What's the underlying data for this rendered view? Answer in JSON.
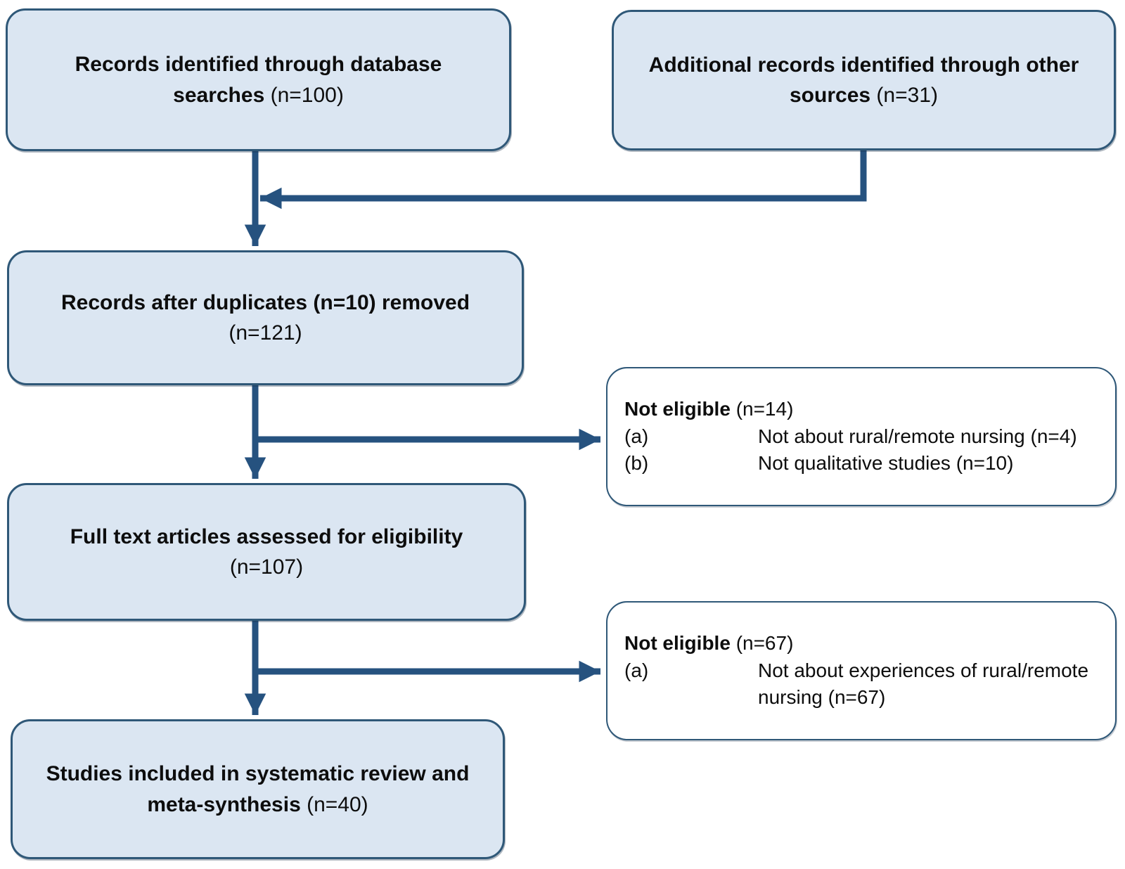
{
  "colors": {
    "box_fill": "#dbe6f2",
    "box_border": "#2f5878",
    "arrow": "#26527f",
    "exclusion_box_fill": "#ffffff",
    "text": "#0d0d0d"
  },
  "boxes": {
    "identified": {
      "main": "Records identified through database searches",
      "count": "(n=100)"
    },
    "additional": {
      "main": "Additional records identified through other sources",
      "count": "(n=31)"
    },
    "after_duplicates": {
      "main": "Records after duplicates (n=10) removed",
      "count": "(n=121)"
    },
    "not_eligible_screening": {
      "title": "Not eligible",
      "count": "(n=14)",
      "items": [
        {
          "label": "(a)",
          "text": "Not about rural/remote nursing (n=4)"
        },
        {
          "label": "(b)",
          "text": "Not qualitative studies (n=10)"
        }
      ]
    },
    "full_text": {
      "main": "Full text articles assessed for eligibility",
      "count": "(n=107)"
    },
    "not_eligible_fulltext": {
      "title": "Not eligible",
      "count": "(n=67)",
      "items": [
        {
          "label": "(a)",
          "text": "Not about experiences of rural/remote nursing (n=67)"
        }
      ]
    },
    "included": {
      "main": "Studies included in systematic review and meta-synthesis",
      "count": "(n=40)"
    }
  }
}
